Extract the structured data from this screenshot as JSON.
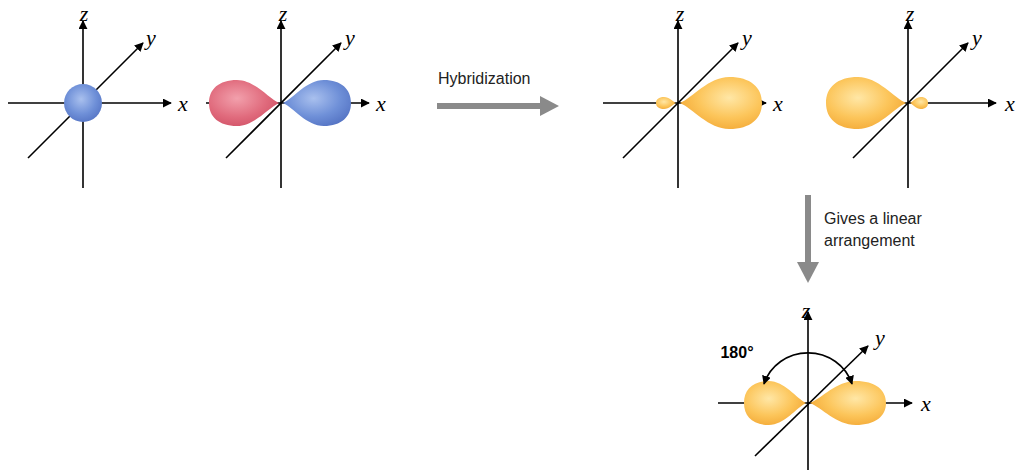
{
  "diagram": {
    "labels": [
      "z",
      "y",
      "x",
      "z",
      "y",
      "x",
      "Hybridization",
      "z",
      "y",
      "x",
      "z",
      "y",
      "x",
      "Gives a linear arrangement",
      "z",
      "y",
      "x",
      "180°"
    ]
  }
}
